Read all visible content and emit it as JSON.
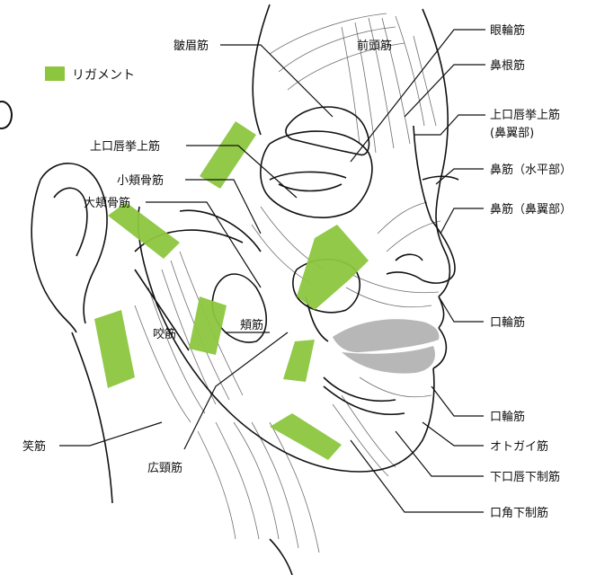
{
  "legend": {
    "label": "リガメント",
    "color": "#8cc63f"
  },
  "labels": {
    "bisei": "皺眉筋",
    "zento": "前頭筋",
    "ganrin": "眼輪筋",
    "bikon": "鼻根筋",
    "joushin_left": "上口唇挙上筋",
    "joushin_right_1": "上口唇挙上筋",
    "joushin_right_2": "(鼻翼部)",
    "bikin_suihei": "鼻筋（水平部）",
    "bikin_biyoku": "鼻筋（鼻翼部）",
    "shoukyo": "小頬骨筋",
    "daikyo": "大頬骨筋",
    "kouki": "咬筋",
    "kyoukin": "頬筋",
    "kourin_1": "口輪筋",
    "kourin_2": "口輪筋",
    "otogai": "オトガイ筋",
    "kashin": "下口唇下制筋",
    "shoukin": "笑筋",
    "koukei": "広頸筋",
    "koukaku": "口角下制筋"
  },
  "colors": {
    "lips": "#b7b7b7",
    "line": "#111111"
  }
}
